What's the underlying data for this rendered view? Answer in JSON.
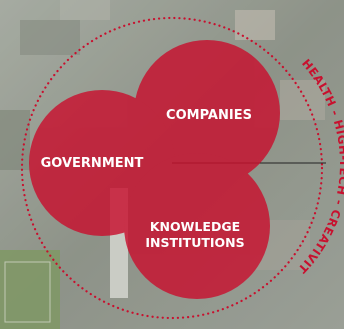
{
  "diagram": {
    "circles": [
      {
        "id": "companies",
        "label_lines": [
          "COMPANIES"
        ]
      },
      {
        "id": "government",
        "label_lines": [
          "GOVERNMENT"
        ]
      },
      {
        "id": "knowledge",
        "label_lines": [
          "KNOWLEDGE",
          "INSTITUTIONS"
        ]
      }
    ],
    "ring_text": "HEALTH - HIGH-TECH - CREATIVITY",
    "colors": {
      "circle_fill": "#c8102e",
      "ring_dots": "#c8102e",
      "ring_text": "#c8102e",
      "label": "#ffffff",
      "connector_line": "#222222"
    }
  }
}
